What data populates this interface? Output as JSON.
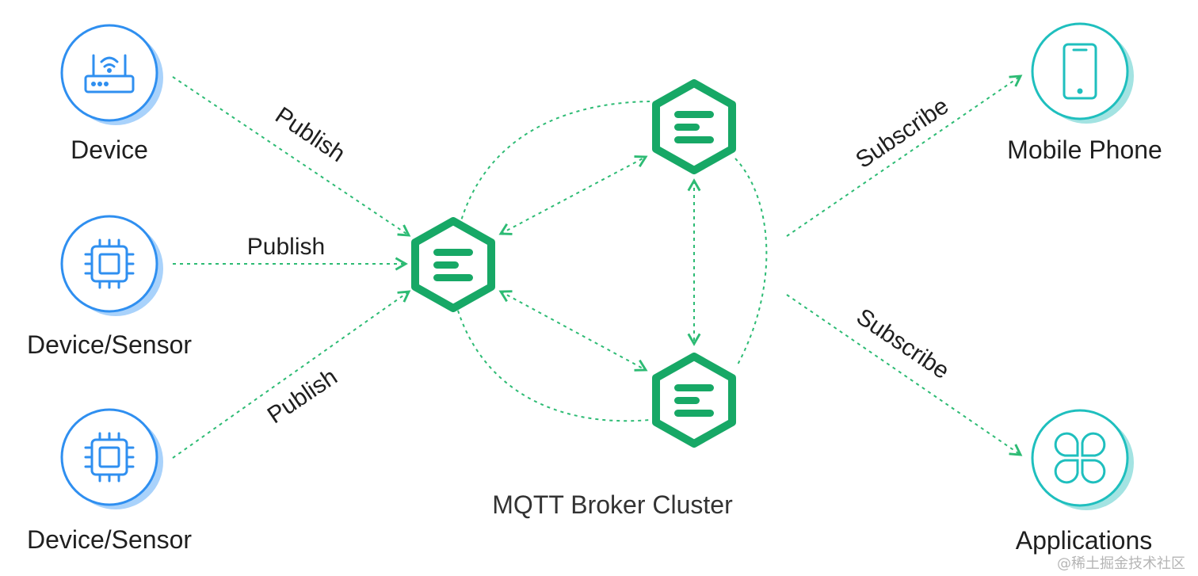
{
  "colors": {
    "device_blue": "#2f8ff0",
    "device_blue_shadow": "#a9d2fb",
    "client_teal": "#1fbfbe",
    "client_teal_shadow": "#a3e3e2",
    "broker_green": "#17a866",
    "flow_green": "#2dbb74"
  },
  "nodes": {
    "device1": {
      "label": "Device",
      "icon": "router-icon"
    },
    "sensor1": {
      "label": "Device/Sensor",
      "icon": "chip-icon"
    },
    "sensor2": {
      "label": "Device/Sensor",
      "icon": "chip-icon"
    },
    "phone": {
      "label": "Mobile Phone",
      "icon": "mobile-phone-icon"
    },
    "apps": {
      "label": "Applications",
      "icon": "clover-apps-icon"
    }
  },
  "cluster": {
    "label": "MQTT Broker Cluster",
    "broker_icon": "emqx-broker-icon"
  },
  "edges": {
    "publish_top": "Publish",
    "publish_mid": "Publish",
    "publish_bottom": "Publish",
    "subscribe_top": "Subscribe",
    "subscribe_bottom": "Subscribe"
  },
  "watermark": "@稀土掘金技术社区"
}
